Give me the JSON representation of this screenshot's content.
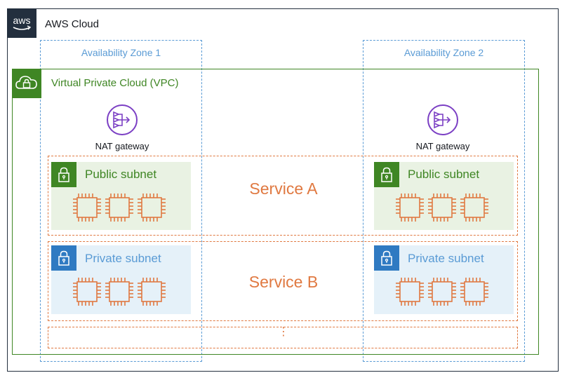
{
  "cloud": {
    "title": "AWS Cloud",
    "logo_text": "aws"
  },
  "zones": [
    {
      "label": "Availability Zone 1"
    },
    {
      "label": "Availability Zone 2"
    }
  ],
  "vpc": {
    "title": "Virtual Private Cloud (VPC)"
  },
  "nat_gateways": [
    {
      "label": "NAT gateway"
    },
    {
      "label": "NAT gateway"
    }
  ],
  "services": [
    {
      "label": "Service A"
    },
    {
      "label": "Service B"
    },
    {
      "label": "⋮"
    }
  ],
  "subnets": {
    "public": [
      {
        "label": "Public subnet",
        "instances": 3
      },
      {
        "label": "Public subnet",
        "instances": 3
      }
    ],
    "private": [
      {
        "label": "Private subnet",
        "instances": 3
      },
      {
        "label": "Private subnet",
        "instances": 3
      }
    ]
  },
  "icons": {
    "cloud": "aws-logo-icon",
    "vpc": "vpc-cloud-lock-icon",
    "nat": "nat-gateway-icon",
    "lock": "lock-icon",
    "instance": "ec2-instance-icon"
  },
  "colors": {
    "cloud_border": "#232f3e",
    "zone": "#5a9bd5",
    "vpc": "#3f8624",
    "service": "#e07941",
    "public_fill": "#e9f2e3",
    "private_fill": "#e5f1f9",
    "nat": "#7b3fc4",
    "private_lock": "#2f7ac2"
  }
}
